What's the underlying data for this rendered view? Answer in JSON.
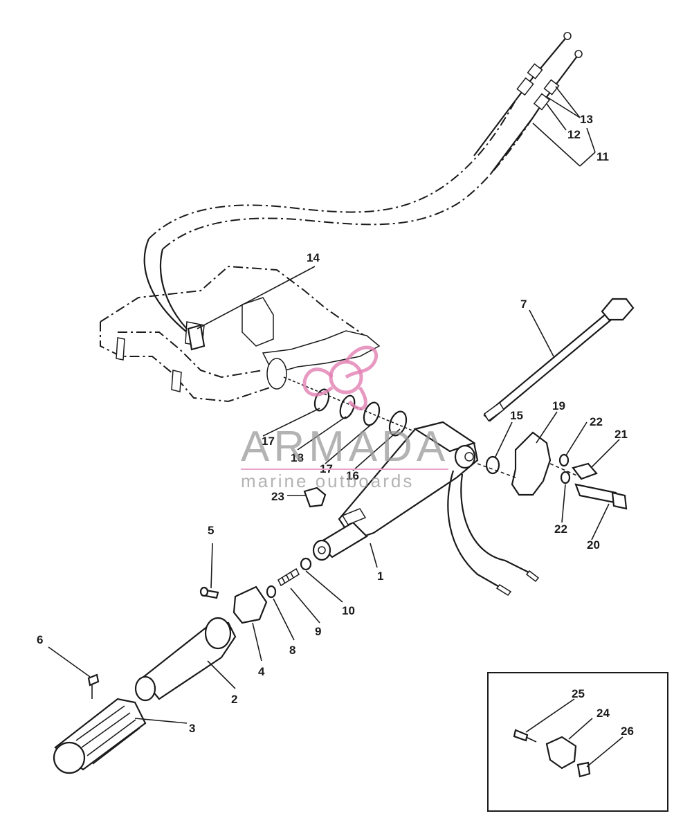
{
  "diagram": {
    "callouts": [
      {
        "id": "c1",
        "text": "1"
      },
      {
        "id": "c2",
        "text": "2"
      },
      {
        "id": "c3",
        "text": "3"
      },
      {
        "id": "c4",
        "text": "4"
      },
      {
        "id": "c5",
        "text": "5"
      },
      {
        "id": "c6",
        "text": "6"
      },
      {
        "id": "c7",
        "text": "7"
      },
      {
        "id": "c8",
        "text": "8"
      },
      {
        "id": "c9",
        "text": "9"
      },
      {
        "id": "c10",
        "text": "10"
      },
      {
        "id": "c11",
        "text": "11"
      },
      {
        "id": "c12",
        "text": "12"
      },
      {
        "id": "c13",
        "text": "13"
      },
      {
        "id": "c14",
        "text": "14"
      },
      {
        "id": "c15",
        "text": "15"
      },
      {
        "id": "c16",
        "text": "16"
      },
      {
        "id": "c17a",
        "text": "17"
      },
      {
        "id": "c17b",
        "text": "17"
      },
      {
        "id": "c18",
        "text": "18"
      },
      {
        "id": "c19",
        "text": "19"
      },
      {
        "id": "c20",
        "text": "20"
      },
      {
        "id": "c21",
        "text": "21"
      },
      {
        "id": "c22a",
        "text": "22"
      },
      {
        "id": "c22b",
        "text": "22"
      },
      {
        "id": "c23",
        "text": "23"
      },
      {
        "id": "c24",
        "text": "24"
      },
      {
        "id": "c25",
        "text": "25"
      },
      {
        "id": "c26",
        "text": "26"
      }
    ]
  },
  "watermark": {
    "brand": "ARMADA",
    "tagline": "marine outboards",
    "colors": {
      "text": "#9a9a9a",
      "logo": "#e27fb1"
    }
  },
  "colors": {
    "ink": "#1a1a1a",
    "background": "#ffffff"
  }
}
